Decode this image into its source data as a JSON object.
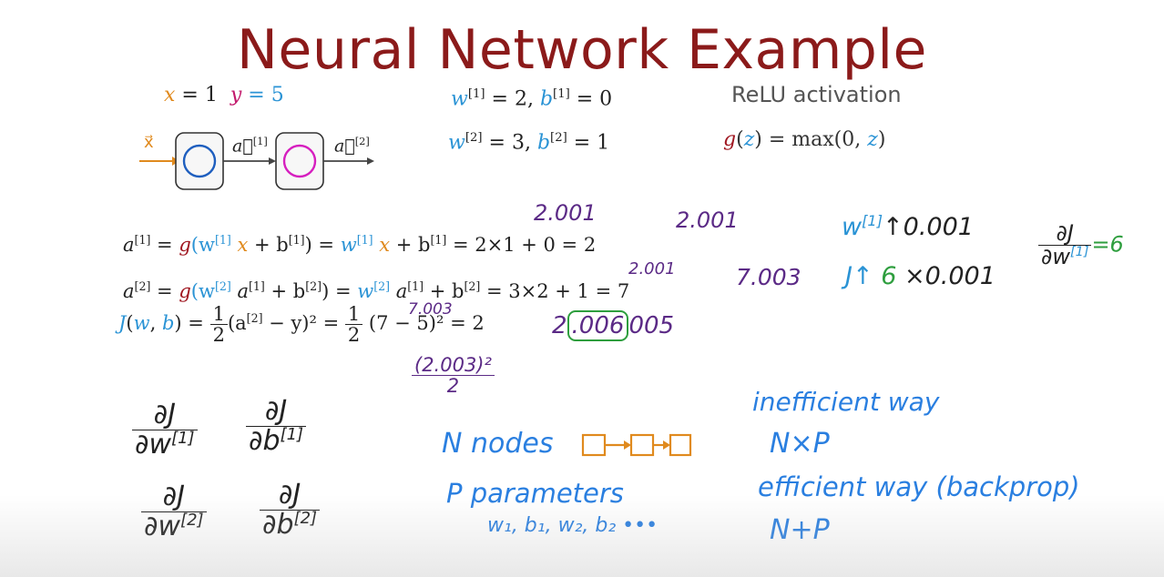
{
  "title": "Neural Network Example",
  "colors": {
    "title": "#8b1a1a",
    "blue": "#2a93d5",
    "orange": "#e08a1e",
    "purple": "#5b2a86",
    "green": "#2e9e3e"
  },
  "inputs": {
    "x_var": "x",
    "x_eq": " = 1",
    "y_var": "y",
    "y_eq": " = 5"
  },
  "params": {
    "w1": "w",
    "w1_sup": "[1]",
    "w1_val": " = 2,",
    "b1": "b",
    "b1_sup": "[1]",
    "b1_val": " = 0",
    "w2": "w",
    "w2_sup": "[2]",
    "w2_val": " = 3,",
    "b2": "b",
    "b2_sup": "[2]",
    "b2_val": " = 1"
  },
  "activation": {
    "label": "ReLU activation",
    "g": "g",
    "z": "z",
    "formula_mid": " = max(0, ",
    "formula_end": ")"
  },
  "diagram": {
    "input_label": "x⃗",
    "a1_label": "a⃗",
    "a1_sup": "[1]",
    "a2_label": "a⃗",
    "a2_sup": "[2]"
  },
  "equations": {
    "a1": {
      "lhs": "a",
      "sup": "[1]",
      "mid": " = ",
      "g": "g",
      "rest": "(w",
      "rest_sup": "[1]",
      "x": " x",
      "plus_b": " + b",
      "b_sup": "[1]",
      "close": ") = ",
      "w": "w",
      "w_sup": "[1]",
      "x2": " x",
      "plus_b2": " + b",
      "b2_sup": "[1]",
      "tail": " = 2×1 + 0 = 2"
    },
    "a2": {
      "lhs": "a",
      "sup": "[2]",
      "mid": " = ",
      "g": "g",
      "rest": "(w",
      "rest_sup": "[2]",
      "a": " a",
      "a_sup": "[1]",
      "plus_b": " + b",
      "b_sup": "[2]",
      "close": ") = ",
      "w": "w",
      "w_sup": "[2]",
      "a2": "  a",
      "a2_sup": "[1]",
      "plus_b2": " + b",
      "b2_sup": "[2]",
      "tail": " =  3×2 + 1 = 7"
    },
    "J": {
      "lhs": "J",
      "args_open": "(",
      "w": "w",
      "comma": ", ",
      "b": "b",
      "args_close": ") = ",
      "half_num": "1",
      "half_den": "2",
      "sq": "(a",
      "sq_sup": "[2]",
      "sq_rest": " − y)² = ",
      "half2_num": "1",
      "half2_den": "2",
      "tail": " (7 − 5)² = 2"
    }
  },
  "annotations": {
    "a1_top_left": "2.001",
    "a1_top_right": "2.001",
    "a2_top": "2.001",
    "a2_result": "7.003",
    "j_top": "7.003",
    "j_result_pre": "2",
    "j_result_box": ".006",
    "j_result_post": "005",
    "j_fraction_num": "(2.003)²",
    "j_fraction_den": "2"
  },
  "right_notes": {
    "w_line_w": "w",
    "w_line_sup": "[1]",
    "w_line_rest": "↑0.001",
    "j_line_j": "J↑",
    "j_line_six": "6",
    "j_line_rest": "×0.001",
    "deriv_num": "∂J",
    "deriv_den_w": "∂w",
    "deriv_den_sup": "[1]",
    "deriv_eq": "=6"
  },
  "partials": [
    {
      "num": "∂J",
      "den": "∂w",
      "sup": "[1]"
    },
    {
      "num": "∂J",
      "den": "∂b",
      "sup": "[1]"
    },
    {
      "num": "∂J",
      "den": "∂w",
      "sup": "[2]"
    },
    {
      "num": "∂J",
      "den": "∂b",
      "sup": "[2]"
    }
  ],
  "notes": {
    "n_nodes": "N nodes",
    "p_parameters": "P parameters",
    "param_list": "w₁, b₁, w₂, b₂ •••",
    "inefficient": "inefficient way",
    "inefficient_cost": "N×P",
    "efficient": "efficient way (backprop)",
    "efficient_cost": "N+P"
  }
}
